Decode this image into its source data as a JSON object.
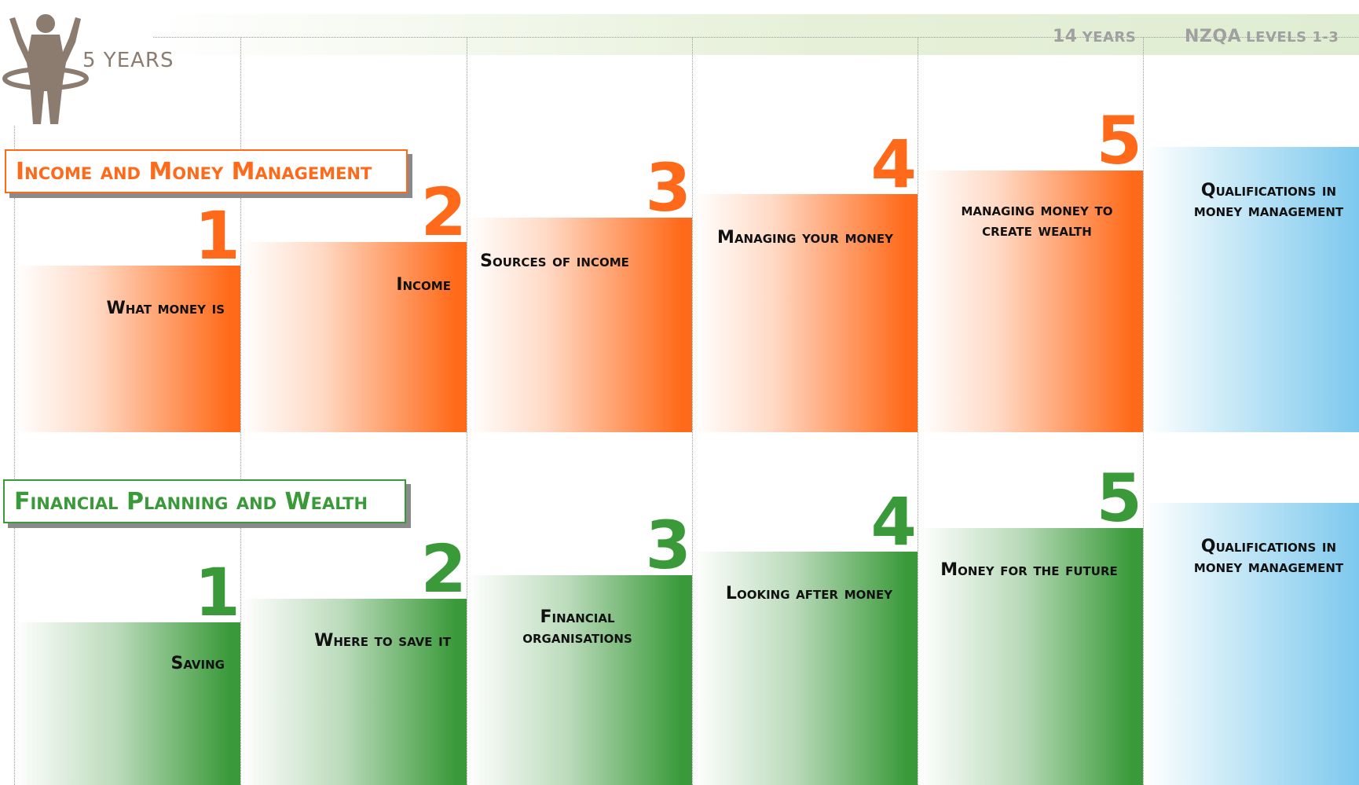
{
  "header": {
    "start_age": "5 YEARS",
    "end_age_num": "14",
    "end_age_unit": "YEARS",
    "nzqa_main": "NZQA",
    "nzqa_rest": "LEVELS 1-3"
  },
  "strands": [
    {
      "title": "Income and Money Management",
      "color": "#ff6a1a",
      "levels": [
        {
          "number": "1",
          "label": "What money is"
        },
        {
          "number": "2",
          "label": "Income"
        },
        {
          "number": "3",
          "label": "Sources of income"
        },
        {
          "number": "4",
          "label": "Managing your money"
        },
        {
          "number": "5",
          "label": "managing money to create wealth"
        }
      ],
      "qualification": "Qualifications in money management"
    },
    {
      "title": "Financial Planning and Wealth",
      "color": "#3a9a3a",
      "levels": [
        {
          "number": "1",
          "label": "Saving"
        },
        {
          "number": "2",
          "label": "Where to save it"
        },
        {
          "number": "3",
          "label": "Financial organisations"
        },
        {
          "number": "4",
          "label": "Looking after money"
        },
        {
          "number": "5",
          "label": "Money for the future"
        }
      ],
      "qualification": "Qualifications in money management"
    }
  ],
  "qualification_color": "#7dc8ee"
}
